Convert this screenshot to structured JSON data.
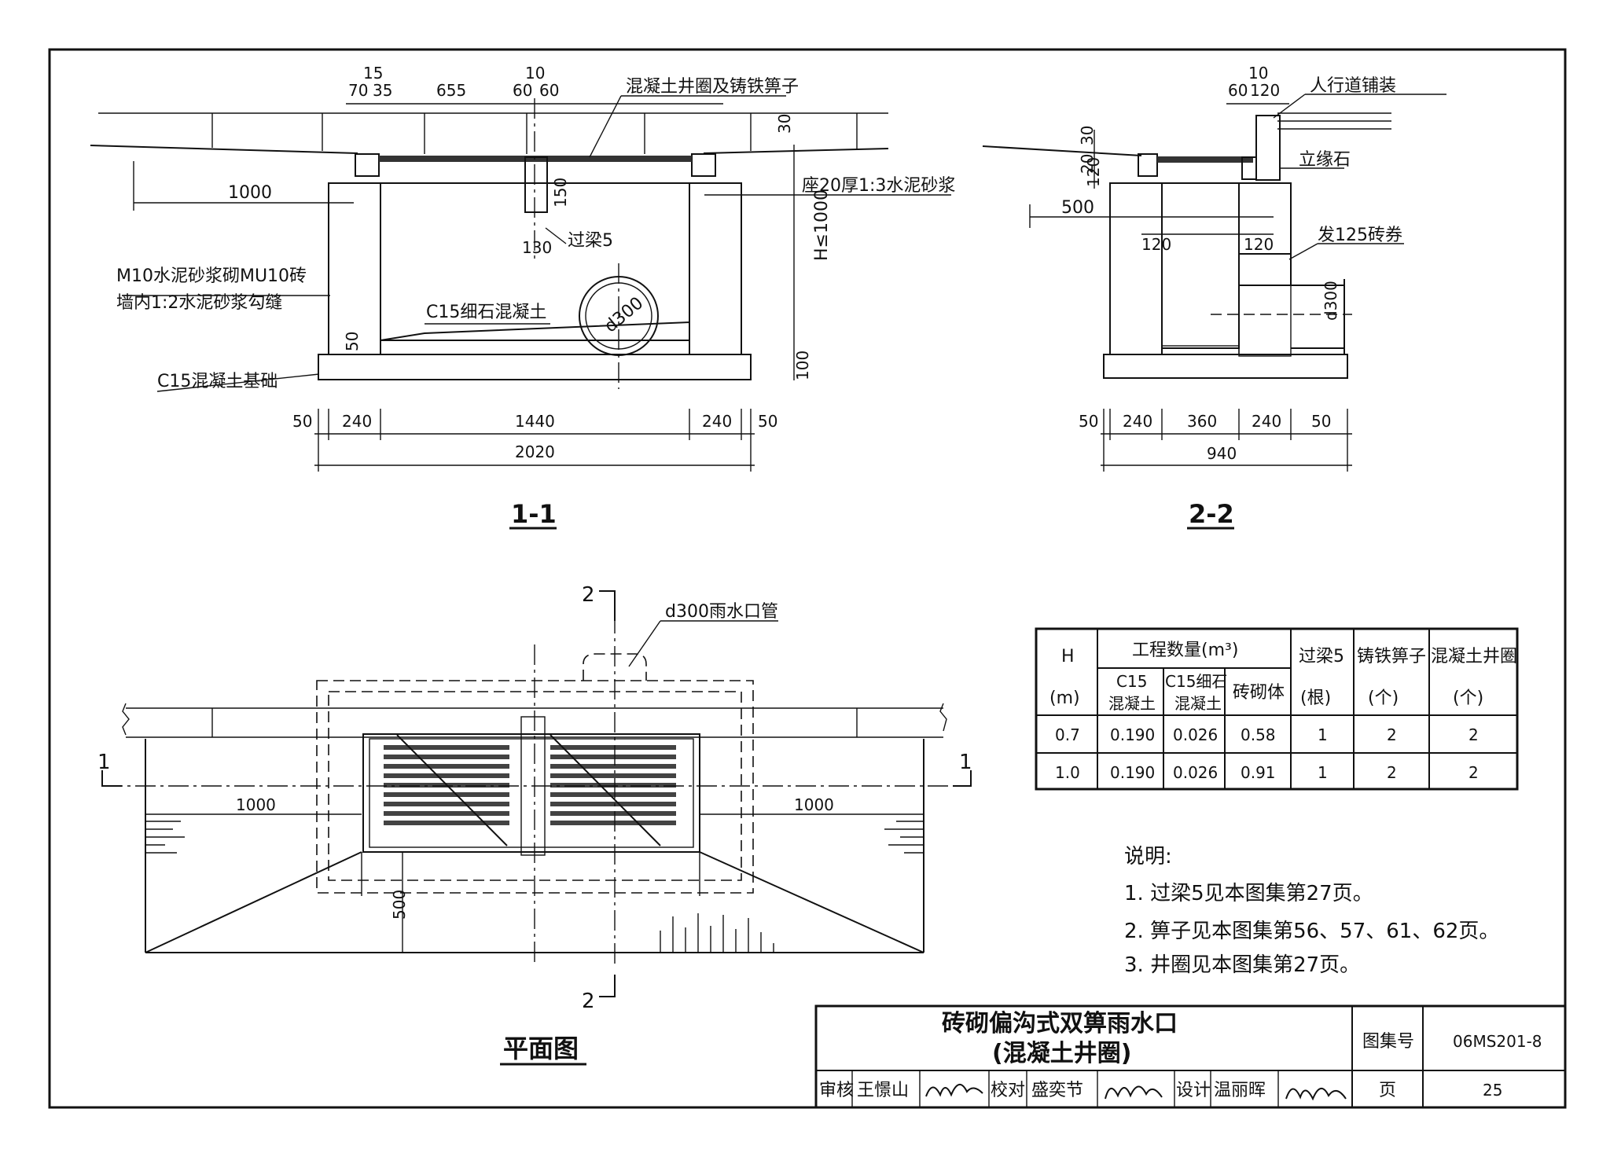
{
  "section_1_1": {
    "label": "1-1",
    "dims_top": [
      "15",
      "70",
      "35",
      "655",
      "10",
      "60",
      "60"
    ],
    "dim_30": "30",
    "dim_1000": "1000",
    "dim_150": "150",
    "dim_130": "130",
    "dim_50": "50",
    "dim_h": "H≤1000",
    "dim_100": "100",
    "bottom_dims": [
      "50",
      "240",
      "1440",
      "240",
      "50"
    ],
    "total": "2020",
    "pipe": "d300",
    "notes": {
      "frame": "混凝土井圈及铸铁箅子",
      "mortar_seat": "座20厚1:3水泥砂浆",
      "beam": "过梁5",
      "wall_1": "M10水泥砂浆砌MU10砖",
      "wall_2": "墙内1:2水泥砂浆勾缝",
      "fill": "C15细石混凝土",
      "base": "C15混凝土基础"
    }
  },
  "section_2_2": {
    "label": "2-2",
    "dims_top": [
      "10",
      "60",
      "120"
    ],
    "dims_left": [
      "30",
      "20",
      "120"
    ],
    "dim_500": "500",
    "dim_120a": "120",
    "dim_120b": "120",
    "pipe": "d300",
    "bottom_dims": [
      "50",
      "240",
      "360",
      "240",
      "50"
    ],
    "total": "940",
    "notes": {
      "paving": "人行道铺装",
      "curb": "立缘石",
      "arch": "发125砖券"
    }
  },
  "plan": {
    "label": "平面图",
    "pipe_note": "d300雨水口管",
    "cut_2": "2",
    "cut_1": "1",
    "dim_1000_left": "1000",
    "dim_1000_right": "1000",
    "dim_500": "500"
  },
  "table": {
    "col_h": "H",
    "col_h_unit": "(m)",
    "col_qty": "工程数量(m³)",
    "col_c15_a": "C15",
    "col_c15_b": "混凝土",
    "col_fine_a": "C15细石",
    "col_fine_b": "混凝土",
    "col_brick": "砖砌体",
    "col_beam_a": "过梁5",
    "col_beam_b": "(根)",
    "col_grate_a": "铸铁箅子",
    "col_grate_b": "(个)",
    "col_ring_a": "混凝土井圈",
    "col_ring_b": "(个)",
    "rows": [
      [
        "0.7",
        "0.190",
        "0.026",
        "0.58",
        "1",
        "2",
        "2"
      ],
      [
        "1.0",
        "0.190",
        "0.026",
        "0.91",
        "1",
        "2",
        "2"
      ]
    ]
  },
  "notes": {
    "heading": "说明:",
    "items": [
      "1. 过梁5见本图集第27页。",
      "2. 箅子见本图集第56、57、61、62页。",
      "3. 井圈见本图集第27页。"
    ]
  },
  "title_block": {
    "title_1": "砖砌偏沟式双箅雨水口",
    "title_2": "(混凝土井圈)",
    "atlas_label": "图集号",
    "atlas_no": "06MS201-8",
    "review_label": "审核",
    "reviewer": "王憬山",
    "check_label": "校对",
    "checker": "盛奕节",
    "design_label": "设计",
    "designer": "温丽晖",
    "page_label": "页",
    "page_no": "25"
  }
}
